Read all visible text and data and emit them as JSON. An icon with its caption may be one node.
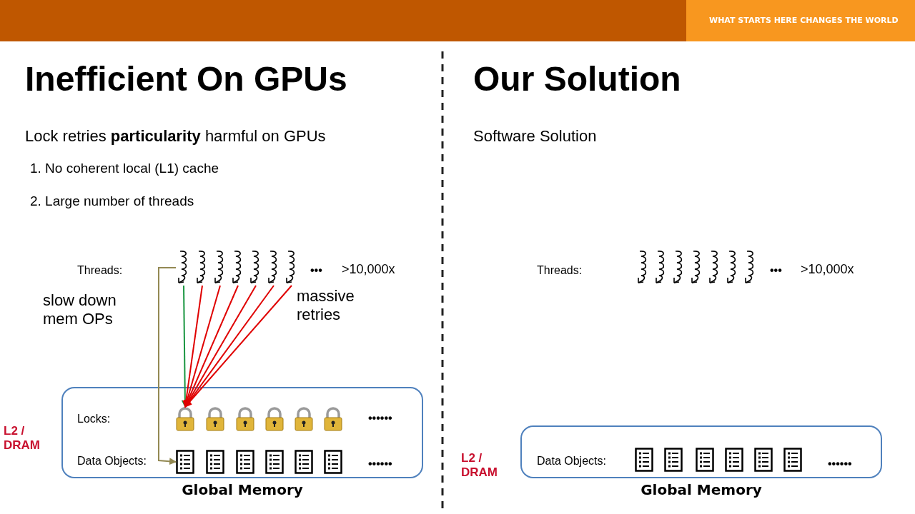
{
  "diagram": {
    "nodes": [
      {
        "text": [
          "Global Memory"
        ]
      },
      {
        "text": [],
        "shape": "picture"
      },
      {
        "text": [],
        "shape": "picture"
      },
      {
        "text": [],
        "shape": "picture"
      },
      {
        "text": [],
        "shape": "picture"
      },
      {
        "text": [],
        "shape": "picture"
      },
      {
        "text": [],
        "shape": "picture"
      },
      {
        "text": [],
        "shape": "picture"
      },
      {
        "text": [],
        "shape": "picture",
        "in": 0
      },
      {
        "text": [],
        "shape": "picture",
        "in": 0
      },
      {
        "text": [],
        "shape": "picture",
        "in": 0
      },
      {
        "text": [],
        "shape": "picture",
        "in": 0
      },
      {
        "text": [],
        "shape": "picture",
        "in": 0
      },
      {
        "text": [],
        "shape": "picture",
        "in": 0
      },
      {
        "text": [],
        "shape": "picture",
        "in": 0
      },
      {
        "text": [],
        "shape": "picture",
        "in": 0
      },
      {
        "text": [],
        "shape": "picture",
        "in": 0
      },
      {
        "text": [],
        "shape": "picture",
        "in": 0
      },
      {
        "text": [],
        "shape": "picture",
        "in": 0
      },
      {
        "text": [],
        "shape": "picture",
        "in": 0
      },
      {
        "text": [
          "Global Memory"
        ]
      },
      {
        "text": [],
        "shape": "picture"
      },
      {
        "text": [],
        "shape": "picture"
      },
      {
        "text": [],
        "shape": "picture"
      },
      {
        "text": [],
        "shape": "picture"
      },
      {
        "text": [],
        "shape": "picture"
      },
      {
        "text": [],
        "shape": "picture"
      },
      {
        "text": [],
        "shape": "picture"
      },
      {
        "text": [],
        "shape": "picture",
        "in": 20
      },
      {
        "text": [],
        "shape": "picture",
        "in": 20
      },
      {
        "text": [],
        "shape": "picture",
        "in": 20
      },
      {
        "text": [],
        "shape": "picture",
        "in": 20
      },
      {
        "text": [],
        "shape": "picture",
        "in": 20
      },
      {
        "text": [],
        "shape": "picture",
        "in": 20
      }
    ],
    "edges": [
      {
        "from": 1,
        "to": 8,
        "arrow": "to",
        "color": "#1a9641"
      },
      {
        "from": 2,
        "to": 8,
        "arrow": "to"
      },
      {
        "from": 3,
        "to": 8,
        "arrow": "to"
      },
      {
        "from": 4,
        "to": 8,
        "arrow": "to"
      },
      {
        "from": 5,
        "to": 8,
        "arrow": "to"
      },
      {
        "from": 6,
        "to": 8,
        "arrow": "to"
      },
      {
        "from": 7,
        "to": 8,
        "arrow": "to"
      },
      {
        "from": 1,
        "to": 14,
        "arrow": "to",
        "color": "#938953"
      }
    ],
    "labels": [
      "WHAT STARTS HERE CHANGES THE WORLD",
      "Inefficient On GPUs",
      "Lock retries **particularity** harmful on GPUs",
      "1. No coherent local (L1) cache",
      "2. Large number of threads",
      "Threads:",
      "•••",
      ">10,000x",
      "slow down mem OPs",
      "massive retries",
      "L2 / DRAM",
      "Locks:",
      "••••••",
      "Data Objects:",
      "••••••",
      "Our Solution",
      "Software Solution",
      "Threads:",
      "•••",
      ">10,000x",
      "L2 / DRAM",
      "Data Objects:",
      "••••••"
    ]
  }
}
